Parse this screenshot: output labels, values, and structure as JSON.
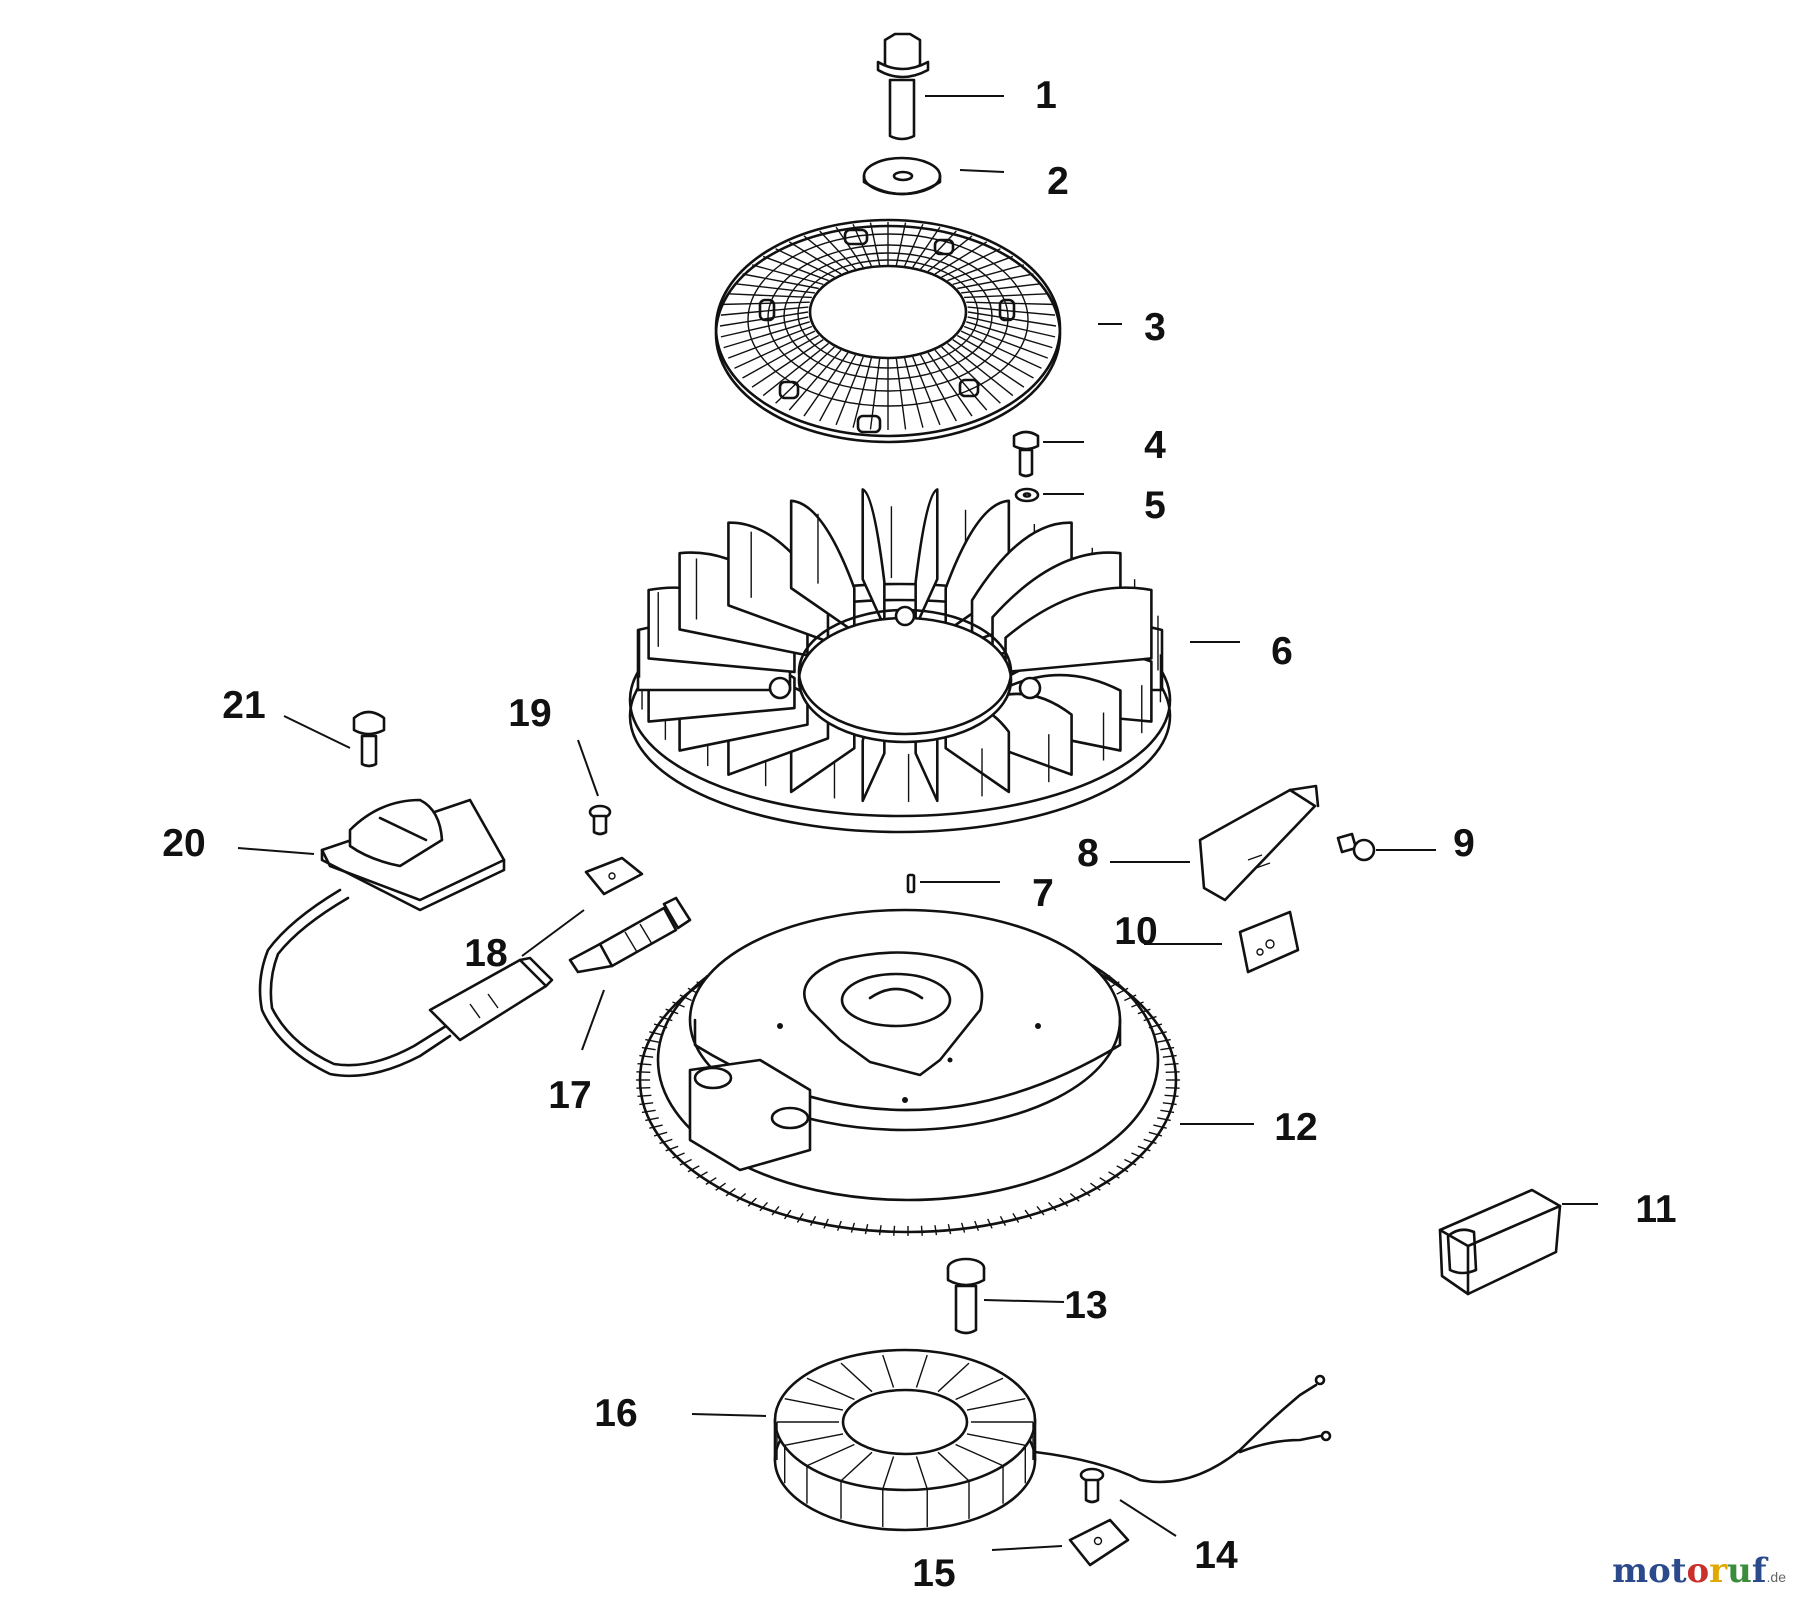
{
  "parts": [
    {
      "id": "part-1",
      "label": "1"
    },
    {
      "id": "part-2",
      "label": "2"
    },
    {
      "id": "part-3",
      "label": "3"
    },
    {
      "id": "part-4",
      "label": "4"
    },
    {
      "id": "part-5",
      "label": "5"
    },
    {
      "id": "part-6",
      "label": "6"
    },
    {
      "id": "part-7",
      "label": "7"
    },
    {
      "id": "part-8",
      "label": "8"
    },
    {
      "id": "part-9",
      "label": "9"
    },
    {
      "id": "part-10",
      "label": "10"
    },
    {
      "id": "part-11",
      "label": "11"
    },
    {
      "id": "part-12",
      "label": "12"
    },
    {
      "id": "part-13",
      "label": "13"
    },
    {
      "id": "part-14",
      "label": "14"
    },
    {
      "id": "part-15",
      "label": "15"
    },
    {
      "id": "part-16",
      "label": "16"
    },
    {
      "id": "part-17",
      "label": "17"
    },
    {
      "id": "part-18",
      "label": "18"
    },
    {
      "id": "part-19",
      "label": "19"
    },
    {
      "id": "part-20",
      "label": "20"
    },
    {
      "id": "part-21",
      "label": "21"
    }
  ],
  "watermark": {
    "letters": [
      {
        "ch": "m",
        "color": "#2b4a8c"
      },
      {
        "ch": "o",
        "color": "#2b4a8c"
      },
      {
        "ch": "t",
        "color": "#2b4a8c"
      },
      {
        "ch": "o",
        "color": "#c9302c"
      },
      {
        "ch": "r",
        "color": "#e0a800"
      },
      {
        "ch": "u",
        "color": "#3a8d3a"
      },
      {
        "ch": "f",
        "color": "#2b4a8c"
      }
    ],
    "suffix": ".de"
  }
}
